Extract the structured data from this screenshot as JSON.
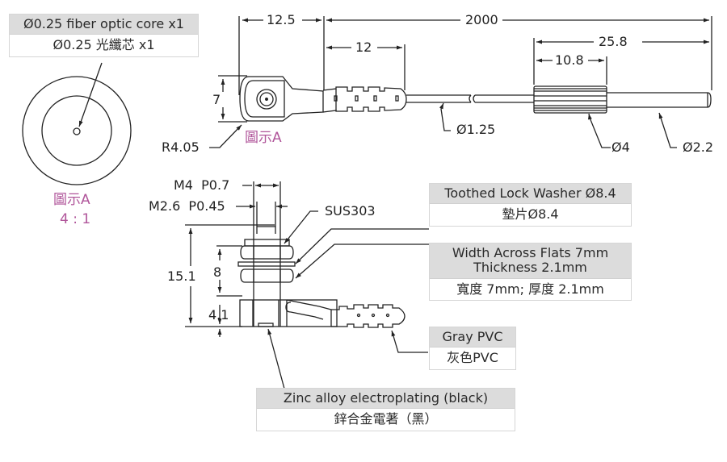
{
  "callouts": {
    "fiber_core": {
      "en": "Ø0.25 fiber optic core x1",
      "zh": "Ø0.25  光纖芯 x1"
    },
    "washer": {
      "en": "Toothed Lock Washer Ø8.4",
      "zh": "墊片Ø8.4"
    },
    "nut": {
      "en_line1": "Width Across Flats 7mm",
      "en_line2": "Thickness 2.1mm",
      "zh": "寬度 7mm; 厚度 2.1mm"
    },
    "boot": {
      "en": "Gray PVC",
      "zh": "灰色PVC"
    },
    "body": {
      "en": "Zinc alloy electroplating (black)",
      "zh": "鋅合金電著（黑）"
    }
  },
  "detail_view": {
    "label": "圖示A",
    "scale": "4 : 1"
  },
  "top_view": {
    "dims": {
      "lug_length": "12.5",
      "total_length": "2000",
      "boot_length": "12",
      "ferrule_total": "25.8",
      "sleeve_length": "10.8",
      "lug_height": "7",
      "lug_radius": "R4.05",
      "cable_dia": "Ø1.25",
      "sleeve_dia": "Ø4",
      "tip_dia": "Ø2.2"
    },
    "detail_ref": "圖示A"
  },
  "side_view": {
    "dims": {
      "thread_outer": "M4  P0.7",
      "thread_inner": "M2.6  P0.45",
      "material": "SUS303",
      "total_height": "15.1",
      "nut_stack": "8",
      "base_height": "4.1"
    }
  },
  "colors": {
    "line": "#222222",
    "callout_header": "#dcdcdc",
    "detail_label": "#b0559a"
  }
}
